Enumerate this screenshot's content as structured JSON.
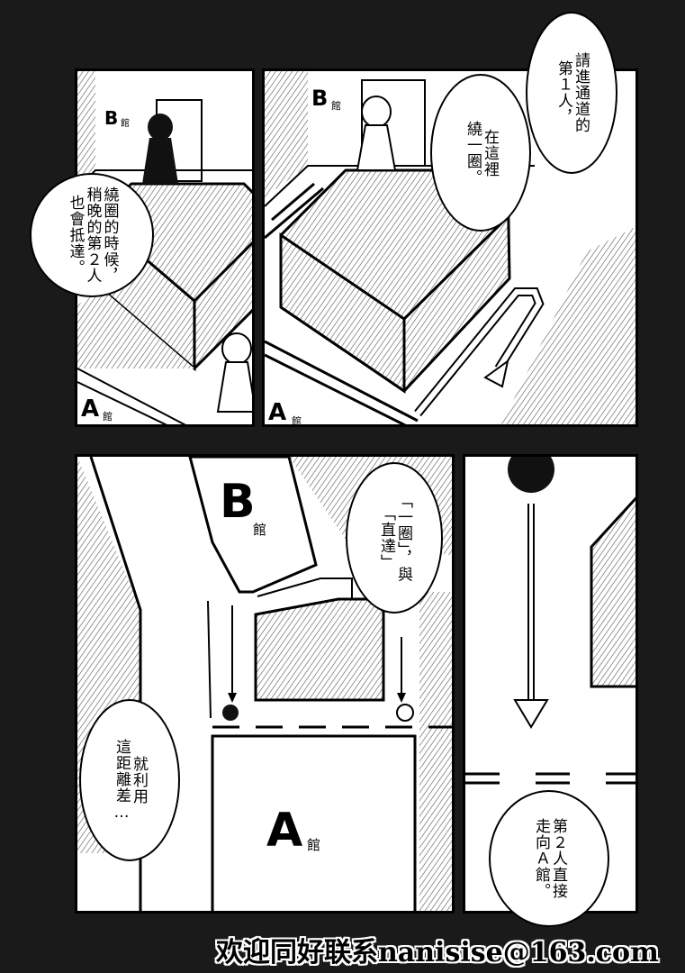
{
  "panels": {
    "p1": {
      "label_b": "B",
      "label_b_suffix": "館",
      "label_a": "A",
      "label_a_suffix": "館",
      "bubble_lines": [
        "繞圈的時候，",
        "稍晚的第２人",
        "也會抵達。"
      ]
    },
    "p2": {
      "label_b": "B",
      "label_b_suffix": "館",
      "label_a": "A",
      "label_a_suffix": "館",
      "bubble1_lines": [
        "請進通道的",
        "第１人，"
      ],
      "bubble2_lines": [
        "在這裡",
        "繞一圈。"
      ]
    },
    "p3": {
      "label_b": "B",
      "label_b_suffix": "館",
      "label_a": "A",
      "label_a_suffix": "館",
      "bubble1_lines": [
        "「一圈」，與",
        "「直達」"
      ],
      "bubble2_lines": [
        "就利用",
        "這距離差…"
      ]
    },
    "p4": {
      "bubble_lines": [
        "第２人直接",
        "走向Ａ館。"
      ]
    }
  },
  "footer": {
    "text": "欢迎同好联系nanisise@163.com"
  }
}
